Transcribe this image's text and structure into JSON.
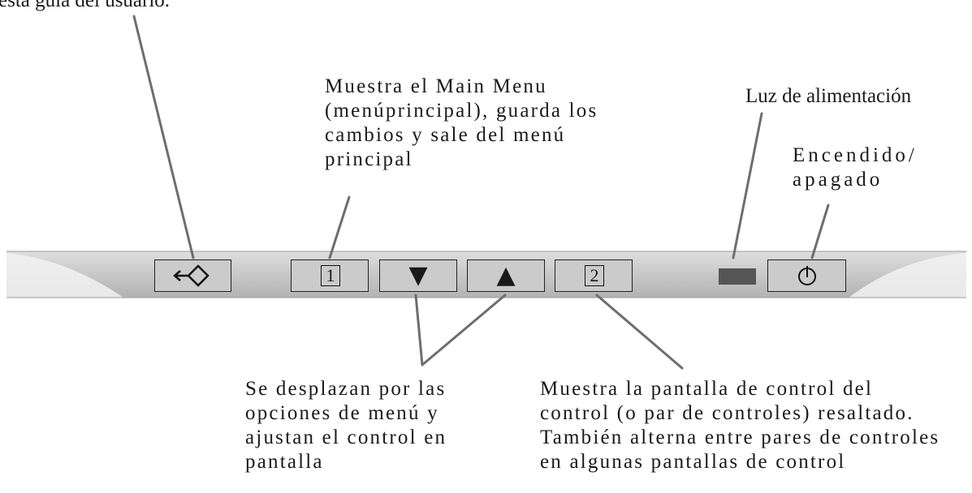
{
  "annotations": {
    "top_left_cut": "esta guía del usuario.",
    "main_menu": "Muestra el Main Menu\n(menúprincipal), guarda los\ncambios y sale del menú\nprincipal",
    "power_light": "Luz de alimentación",
    "power_switch": "Encendido/\napagado",
    "scroll": "Se desplazan por las\nopciones de menú y\najustan el control en\npantalla",
    "control_screen": "Muestra la pantalla de control del\ncontrol (o par de controles) resaltado.\nTambién alterna entre pares de controles\nen algunas pantallas de control"
  },
  "buttons": {
    "key1_label": "1",
    "key2_label": "2",
    "down_label": "▼",
    "up_label": "▲"
  },
  "colors": {
    "panel": "#cbcbcb",
    "panel_dark": "#a9a9a9",
    "border": "#222222",
    "leader": "#6e6e6e",
    "led": "#555555"
  }
}
